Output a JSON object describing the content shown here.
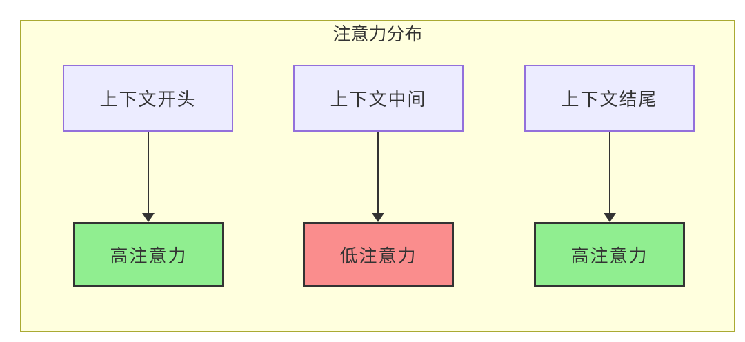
{
  "diagram": {
    "title": "注意力分布",
    "columns": [
      {
        "source": "上下文开头",
        "target": "高注意力",
        "target_level": "high"
      },
      {
        "source": "上下文中间",
        "target": "低注意力",
        "target_level": "low"
      },
      {
        "source": "上下文结尾",
        "target": "高注意力",
        "target_level": "high"
      }
    ],
    "colors": {
      "container_bg": "#ffffde",
      "container_border": "#aaaa33",
      "source_node_bg": "#ececff",
      "source_node_border": "#9370db",
      "high_attention_bg": "#90ee90",
      "low_attention_bg": "#fa8d8d",
      "node_border_dark": "#333333",
      "arrow_color": "#333333",
      "text_color": "#333333"
    }
  }
}
